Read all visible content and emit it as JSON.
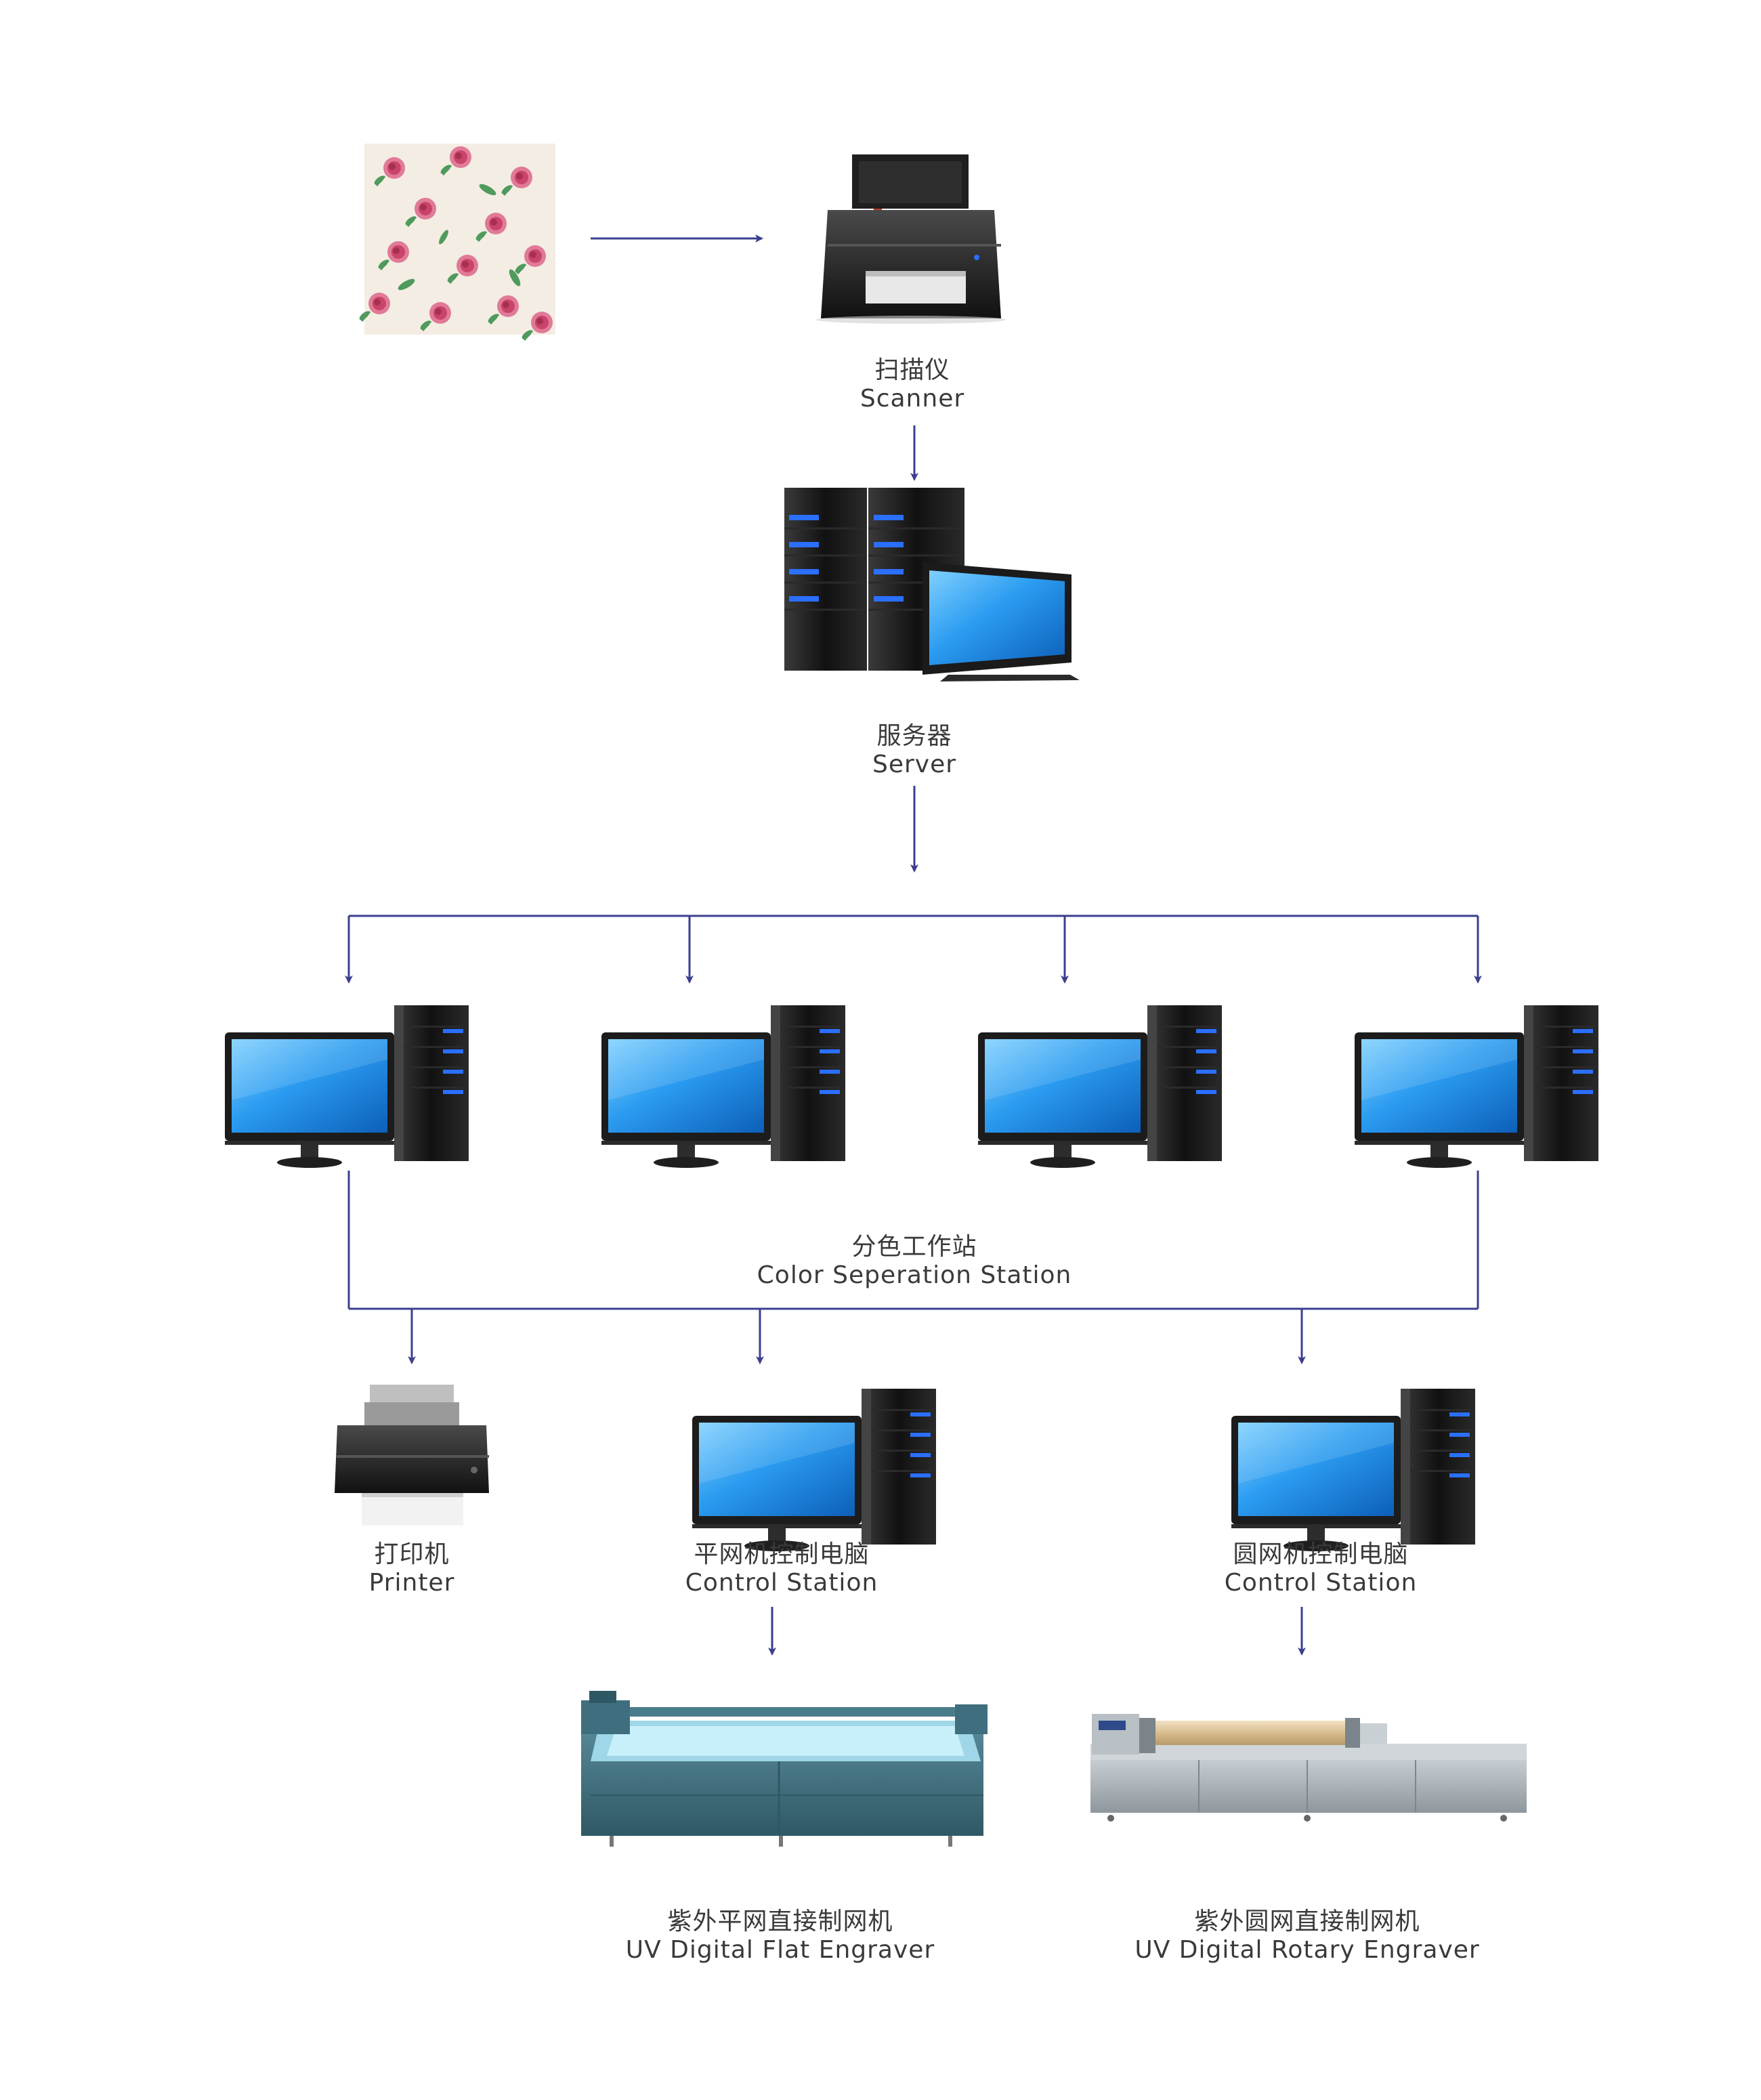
{
  "nodes": {
    "scanner": {
      "zh": "扫描仪",
      "en": "Scanner"
    },
    "server": {
      "zh": "服务器",
      "en": "Server"
    },
    "color_station": {
      "zh": "分色工作站",
      "en": "Color Seperation Station"
    },
    "printer": {
      "zh": "打印机",
      "en": "Printer"
    },
    "flat_control": {
      "zh": "平网机控制电脑",
      "en": "Control Station"
    },
    "rotary_control": {
      "zh": "圆网机控制电脑",
      "en": "Control Station"
    },
    "flat_engraver": {
      "zh": "紫外平网直接制网机",
      "en": "UV Digital Flat Engraver"
    },
    "rotary_engraver": {
      "zh": "紫外圆网直接制网机",
      "en": "UV Digital Rotary Engraver"
    }
  },
  "colors": {
    "connector": "#3b3f8f",
    "label_text": "#3a3a3a",
    "screen_blue": "#1e88e5",
    "tower_black": "#1a1a1a",
    "tower_led": "#2b6fff",
    "machine_teal": "#3f6f7e",
    "rotary_grey": "#a9b2b8",
    "rose_pink": "#d9557a",
    "leaf_green": "#4f9a5c"
  },
  "icons": [
    "floral-fabric-sample",
    "scanner-icon",
    "server-rack-icon",
    "desktop-computer-icon",
    "inkjet-printer-icon",
    "flatbed-engraver-machine",
    "rotary-engraver-machine"
  ]
}
